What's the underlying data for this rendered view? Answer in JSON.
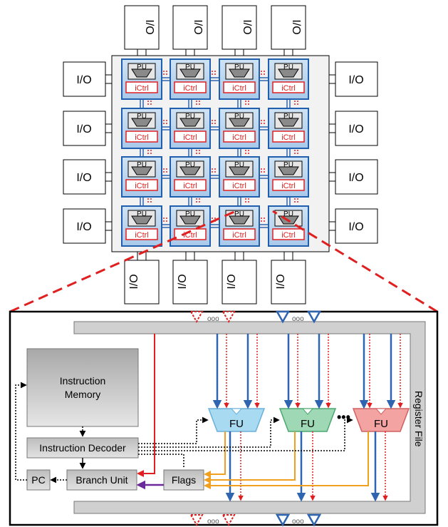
{
  "grid": {
    "io_label": "I/O",
    "pu_label": "PU",
    "ictrl_label": "iCtrl"
  },
  "detail": {
    "instruction_memory": [
      "Instruction",
      "Memory"
    ],
    "instruction_decoder": "Instruction Decoder",
    "pc": "PC",
    "branch_unit": "Branch Unit",
    "flags": "Flags",
    "fu_labels": [
      "FU",
      "FU",
      "FU"
    ],
    "register_file": "Register File"
  },
  "colors": {
    "tile_fill": "#bcd6ee",
    "tile_border": "#1f5fae",
    "link_blue": "#2e64b0",
    "red": "#e02020",
    "orange": "#f0a020",
    "purple": "#6a2a9a",
    "fu_blue": "#a8daf2",
    "fu_green": "#9fd8b4",
    "fu_red": "#f4a3a3",
    "gray_box": "#c8c8c8",
    "regfile": "#d0d0d0"
  }
}
